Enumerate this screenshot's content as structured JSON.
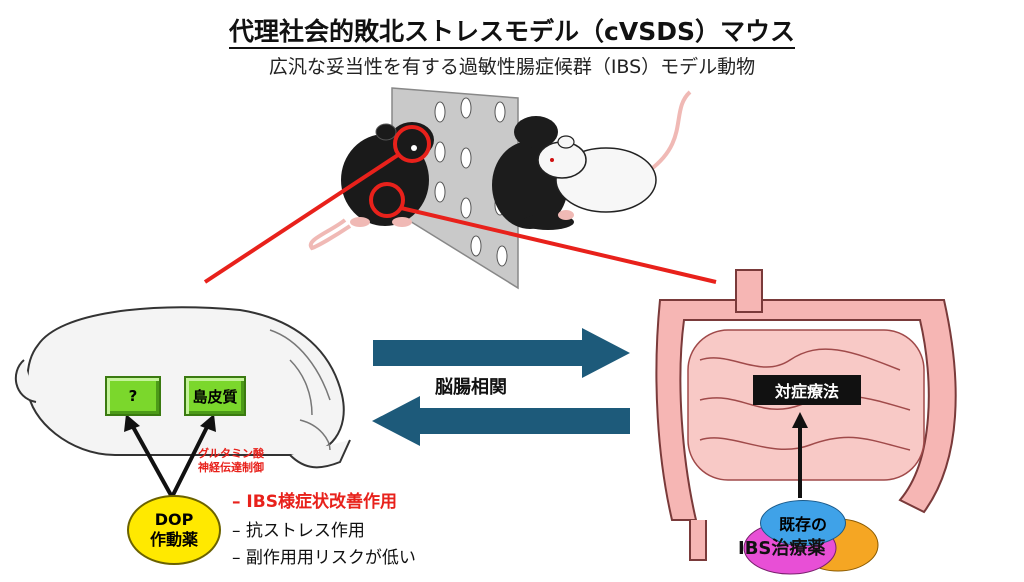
{
  "title": "代理社会的敗北ストレスモデル（cVSDS）マウス",
  "subtitle": "広汎な妥当性を有する過敏性腸症候群（IBS）モデル動物",
  "brain": {
    "box_unknown": "?",
    "box_insula": "島皮質",
    "pathway_line1": "グルタミン酸",
    "pathway_line2": "神経伝達制御"
  },
  "axis_label": "脳腸相関",
  "drug": {
    "line1": "DOP",
    "line2": "作動薬"
  },
  "effects": [
    "– IBS様症状改善作用",
    "– 抗ストレス作用",
    "– 副作用用リスクが低い"
  ],
  "gut": {
    "symptomatic_label": "対症療法",
    "existing_line1": "既存の",
    "existing_line2": "IBS治療薬"
  },
  "colors": {
    "highlight_red": "#e8211b",
    "arrow_blue": "#1d5a7a",
    "green_box": "#7bd72c",
    "dop_yellow": "#ffe900",
    "gut_pink": "#f6b6b4"
  }
}
